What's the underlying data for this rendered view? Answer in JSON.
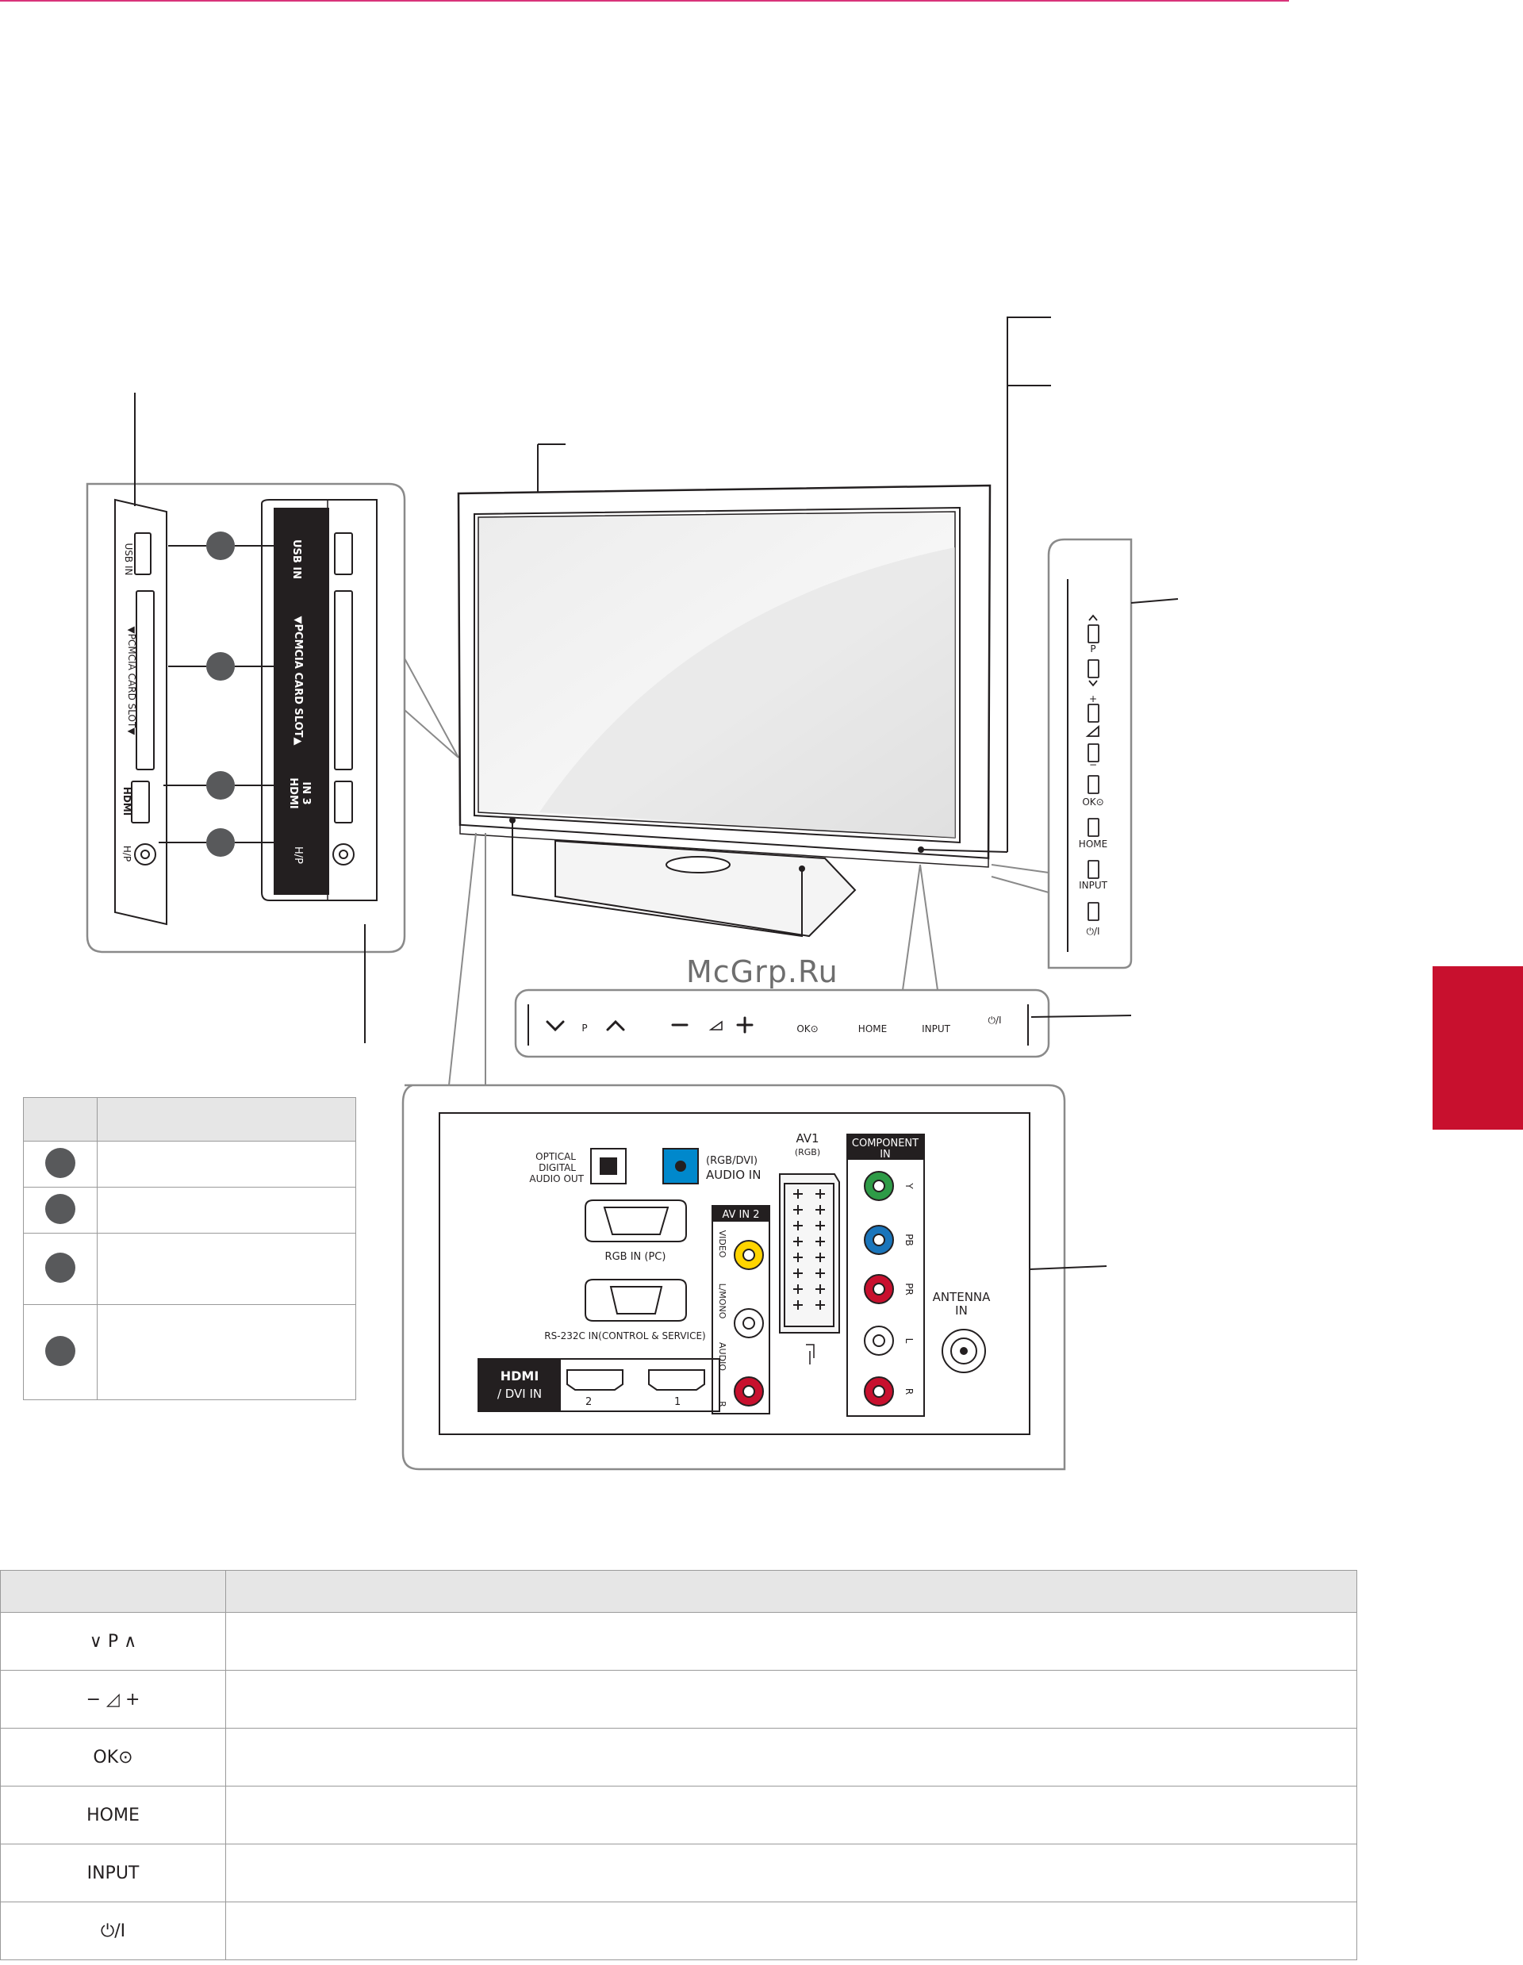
{
  "watermark": "McGrp.Ru",
  "side_panel": {
    "usb_in": "USB IN",
    "pcmcia": "▼PCMCIA CARD SLOT▼",
    "pcmcia_right": "▼PCMCIA CARD SLOT▲",
    "hdmi_in3": "IN 3",
    "hdmi_word": "HDMI",
    "hp": "H/P"
  },
  "side_buttons": {
    "p": "P",
    "ok": "OK⊙",
    "home": "HOME",
    "input": "INPUT",
    "power": "⏻/I"
  },
  "bottom_bar": {
    "p": "P",
    "ok": "OK⊙",
    "home": "HOME",
    "input": "INPUT",
    "power": "⏻/I"
  },
  "rear_panel": {
    "optical": [
      "OPTICAL",
      "DIGITAL",
      "AUDIO OUT"
    ],
    "rgb_dvi_audio": [
      "(RGB/DVI)",
      "AUDIO IN"
    ],
    "av1": "AV1",
    "av1_sub": "(RGB)",
    "component": "COMPONENT",
    "component_in": "IN",
    "component_labels": [
      "Y",
      "PB",
      "PR",
      "L",
      "R"
    ],
    "rgb_in_pc": "RGB IN (PC)",
    "rs232c": "RS-232C IN(CONTROL & SERVICE)",
    "av_in2": "AV IN 2",
    "video": "VIDEO",
    "l_mono": "L/MONO",
    "audio": "AUDIO",
    "r": "R",
    "antenna": [
      "ANTENNA",
      "IN"
    ],
    "hdmi_word": "HDMI",
    "dvi_in": "/ DVI IN",
    "hdmi_ports": [
      "2",
      "1"
    ]
  },
  "legend_table": {
    "header": [
      "",
      ""
    ],
    "rows": [
      "",
      "",
      "",
      ""
    ]
  },
  "controls_table": {
    "header": [
      "",
      ""
    ],
    "rows": [
      {
        "symbol": "∨   P   ∧",
        "desc": ""
      },
      {
        "symbol": "−   ◿   +",
        "desc": ""
      },
      {
        "symbol": "OK⊙",
        "desc": ""
      },
      {
        "symbol": "HOME",
        "desc": ""
      },
      {
        "symbol": "INPUT",
        "desc": ""
      },
      {
        "symbol": "⏻/I",
        "desc": ""
      }
    ]
  },
  "colors": {
    "accent_red": "#c8102e",
    "marker": "#58595b",
    "table_header": "#e6e6e6",
    "rca_yellow": "#ffd400",
    "rca_green": "#2e9b47",
    "rca_blue": "#1a75bb",
    "rca_red": "#c8102e",
    "audio_in_blue": "#0088cc"
  }
}
